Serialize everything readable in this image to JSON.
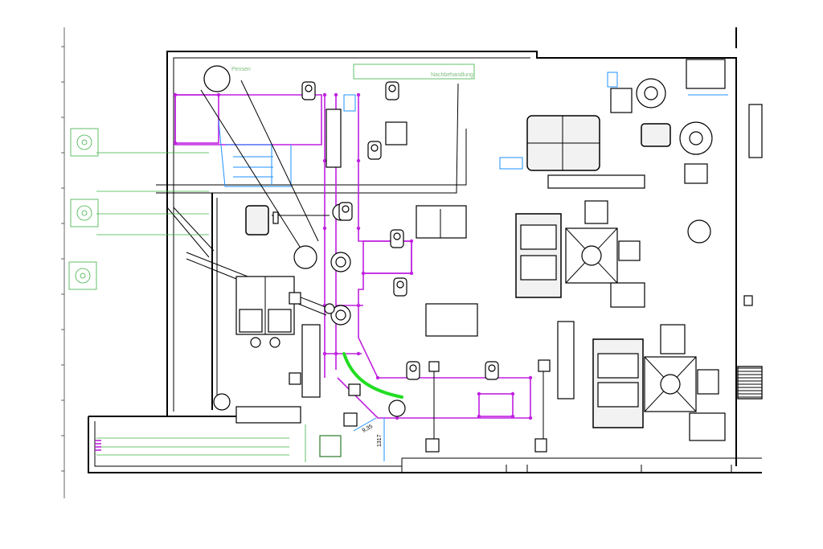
{
  "labels": {
    "zone_top_left": "Pensen",
    "zone_top_right": "Nachbehandlung",
    "dim_diag": "9,35",
    "dim_vertical": "1317"
  },
  "colors": {
    "walls": "#000000",
    "conveyor_frame": "#c020e0",
    "structure": "#1e90ff",
    "annotation": "#3cb043",
    "highlight": "#22dd22"
  }
}
